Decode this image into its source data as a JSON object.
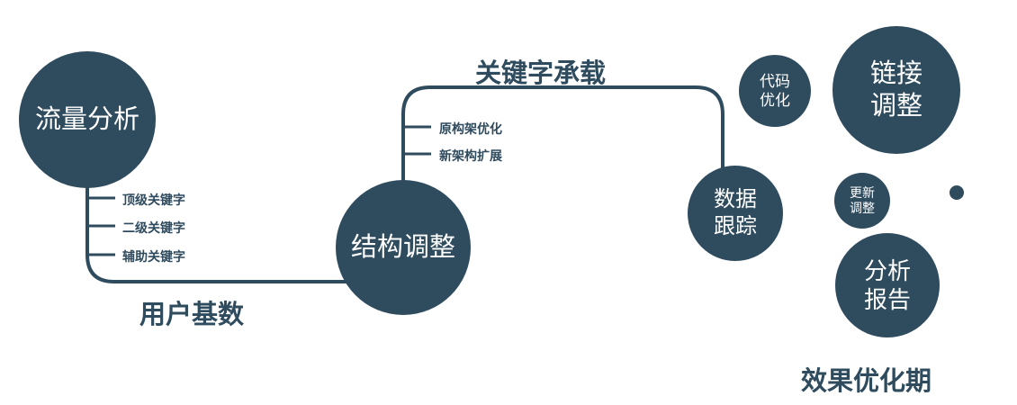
{
  "diagram": {
    "colors": {
      "primary": "#2f4b5e"
    },
    "nodes": {
      "traffic_analysis": {
        "label": "流量分析"
      },
      "structure_adjustment": {
        "label": "结构调整"
      },
      "data_tracking": {
        "line1": "数据",
        "line2": "跟踪"
      },
      "code_optimization": {
        "line1": "代码",
        "line2": "优化"
      },
      "link_adjustment": {
        "line1": "链接",
        "line2": "调整"
      },
      "update_adjustment": {
        "line1": "更新",
        "line2": "调整"
      },
      "analysis_report": {
        "line1": "分析",
        "line2": "报告"
      }
    },
    "edge_labels": {
      "user_base": "用户基数",
      "keyword_carrying": "关键字承载"
    },
    "left_branches": [
      {
        "label": "顶级关键字"
      },
      {
        "label": "二级关键字"
      },
      {
        "label": "辅助关键字"
      }
    ],
    "middle_branches": [
      {
        "label": "原构架优化"
      },
      {
        "label": "新架构扩展"
      }
    ],
    "caption": "效果优化期"
  }
}
